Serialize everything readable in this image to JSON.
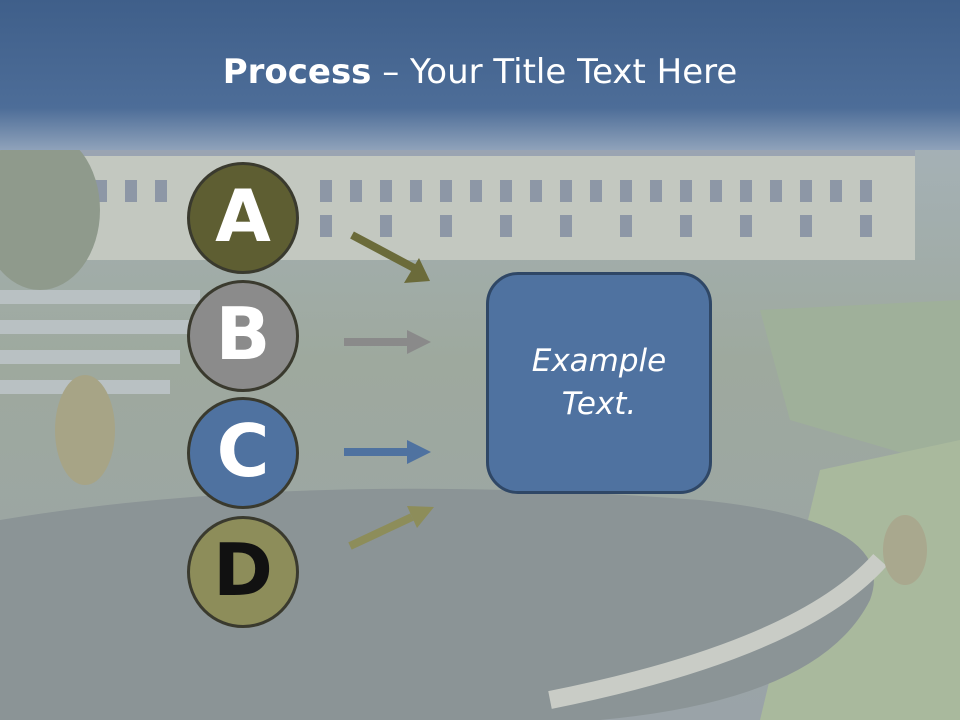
{
  "title": {
    "bold": "Process",
    "rest": " – Your Title Text Here"
  },
  "steps": [
    {
      "letter": "A",
      "fill": "#5e5e32",
      "text": "#ffffff",
      "arrow": "#6b6b3a"
    },
    {
      "letter": "B",
      "fill": "#8b8b8b",
      "text": "#ffffff",
      "arrow": "#8a8a8a"
    },
    {
      "letter": "C",
      "fill": "#4f72a0",
      "text": "#ffffff",
      "arrow": "#4f72a0"
    },
    {
      "letter": "D",
      "fill": "#8d8d5a",
      "text": "#111111",
      "arrow": "#8d8d5a"
    }
  ],
  "box": {
    "text": "Example Text.",
    "fill": "#4f72a0"
  },
  "colors": {
    "header": "#496a96",
    "background": "#a9b5c4"
  }
}
